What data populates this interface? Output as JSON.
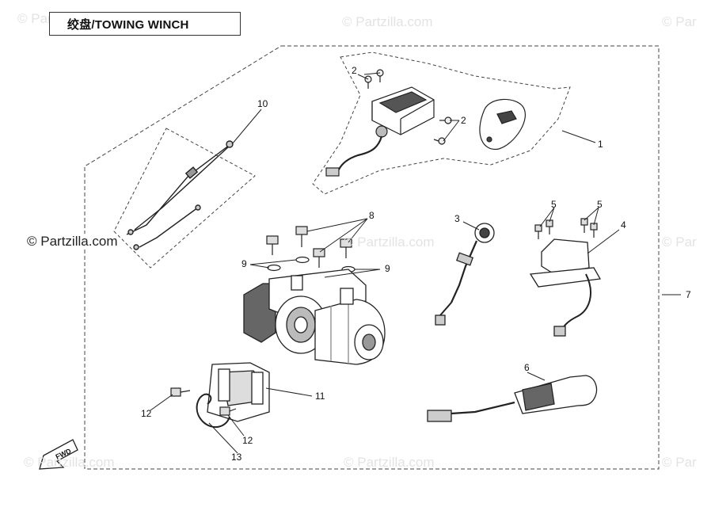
{
  "title": "绞盘/TOWING WINCH",
  "copyright": "© Partzilla.com",
  "watermark": "© Partzilla.com",
  "watermark_partial": "© Par",
  "fwd_label": "FWD",
  "callouts": {
    "c1": "1",
    "c2a": "2",
    "c2b": "2",
    "c3": "3",
    "c4": "4",
    "c5a": "5",
    "c5b": "5",
    "c6": "6",
    "c7": "7",
    "c8": "8",
    "c9a": "9",
    "c9b": "9",
    "c10": "10",
    "c11": "11",
    "c12a": "12",
    "c12b": "12",
    "c13": "13"
  }
}
